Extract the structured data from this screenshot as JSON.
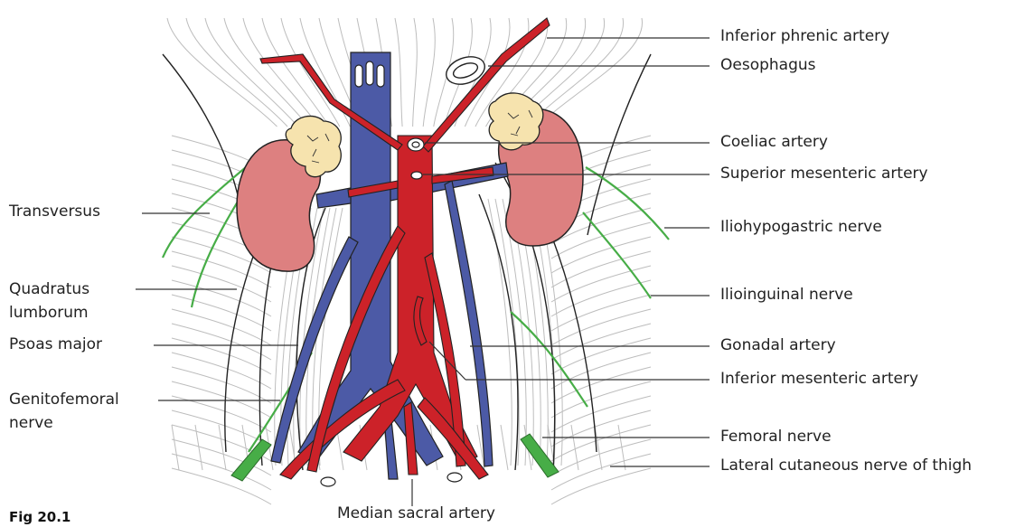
{
  "figure_label": "Fig 20.1",
  "labels": {
    "left": [
      "Transversus",
      "Quadratus",
      "lumborum",
      "Psoas major",
      "Genitofemoral",
      "nerve"
    ],
    "right": [
      "Inferior phrenic artery",
      "Oesophagus",
      "Coeliac artery",
      "Superior mesenteric artery",
      "Iliohypogastric nerve",
      "Ilioinguinal nerve",
      "Gonadal artery",
      "Inferior mesenteric artery",
      "Femoral nerve",
      "Lateral cutaneous nerve of thigh"
    ],
    "bottom": "Median sacral artery"
  },
  "colors": {
    "artery": "#cc2229",
    "vein": "#4c5aa6",
    "kidney": "#dd8080",
    "adrenal": "#f6e3ae",
    "nerve": "#47ad47",
    "muscle_lines": "#bdbdbd",
    "leader": "#333333"
  }
}
